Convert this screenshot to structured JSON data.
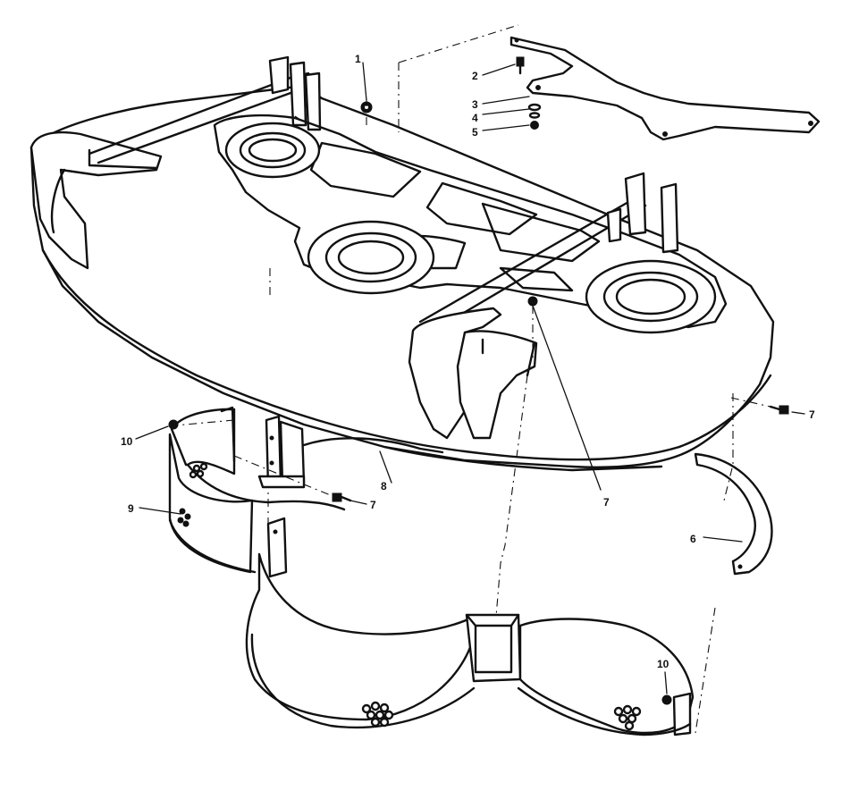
{
  "callouts": [
    {
      "id": "c1",
      "label": "1"
    },
    {
      "id": "c2",
      "label": "2"
    },
    {
      "id": "c3",
      "label": "3"
    },
    {
      "id": "c4",
      "label": "4"
    },
    {
      "id": "c5",
      "label": "5"
    },
    {
      "id": "c6",
      "label": "6"
    },
    {
      "id": "c7a",
      "label": "7"
    },
    {
      "id": "c7b",
      "label": "7"
    },
    {
      "id": "c7c",
      "label": "7"
    },
    {
      "id": "c8",
      "label": "8"
    },
    {
      "id": "c9",
      "label": "9"
    },
    {
      "id": "c10a",
      "label": "10"
    },
    {
      "id": "c10b",
      "label": "10"
    }
  ]
}
